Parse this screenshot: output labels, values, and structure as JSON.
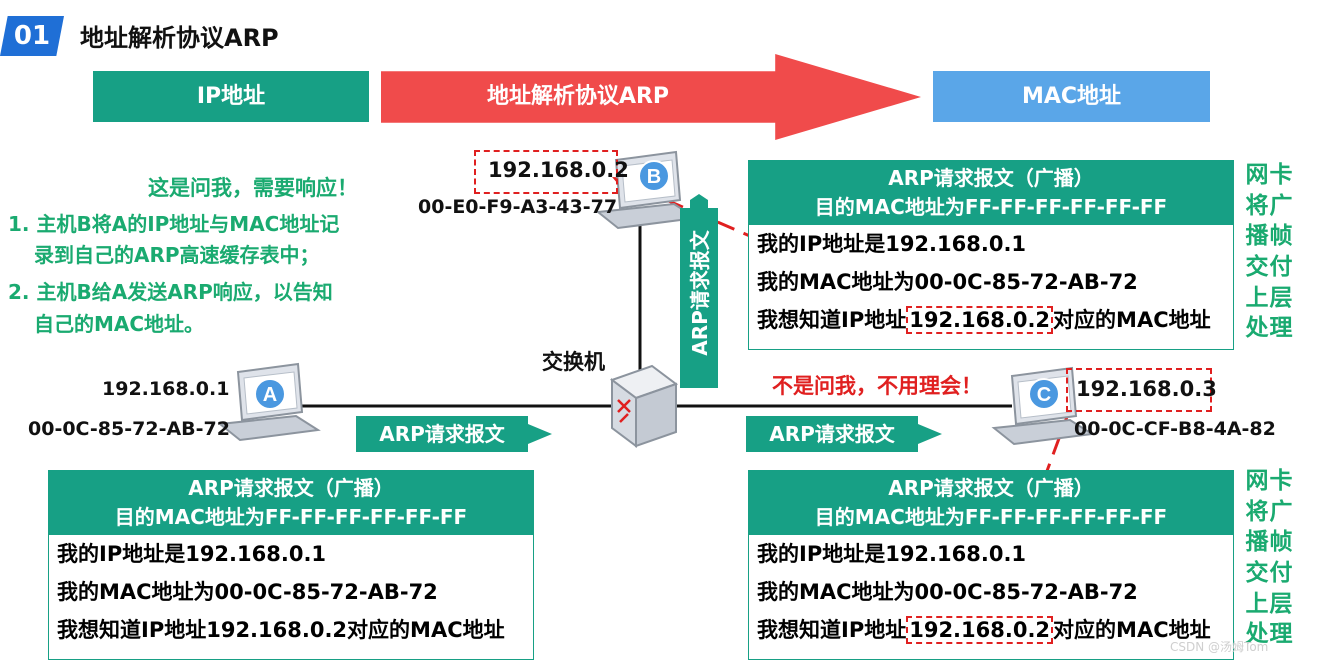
{
  "header": {
    "badge": "01",
    "title": "地址解析协议ARP"
  },
  "top_flow": {
    "left": "IP地址",
    "middle": "地址解析协议ARP",
    "right": "MAC地址"
  },
  "host_b": {
    "letter": "B",
    "ip": "192.168.0.2",
    "mac": "00-E0-F9-A3-43-77"
  },
  "host_a": {
    "letter": "A",
    "ip": "192.168.0.1",
    "mac": "00-0C-85-72-AB-72"
  },
  "host_c": {
    "letter": "C",
    "ip": "192.168.0.3",
    "mac": "00-0C-CF-B8-4A-82"
  },
  "switch_label": "交换机",
  "arp_request_label": "ARP请求报文",
  "host_b_notes": {
    "heading": "这是问我，需要响应！",
    "item1_line1": "1. 主机B将A的IP地址与MAC地址记",
    "item1_line2": "录到自己的ARP高速缓存表中；",
    "item2_line1": "2. 主机B给A发送ARP响应，以告知",
    "item2_line2": "自己的MAC地址。"
  },
  "host_c_note": "不是问我，不用理会！",
  "packet": {
    "head1": "ARP请求报文（广播）",
    "head2": "目的MAC地址为FF-FF-FF-FF-FF-FF",
    "row1": "我的IP地址是192.168.0.1",
    "row2": "我的MAC地址为00-0C-85-72-AB-72",
    "row3_prefix": "我想知道IP地址",
    "row3_ip": "192.168.0.2",
    "row3_suffix": "对应的MAC地址"
  },
  "side_note": [
    "网",
    "卡",
    "将",
    "广",
    "播",
    "帧",
    "交",
    "付",
    "上",
    "层",
    "处",
    "理"
  ],
  "watermark": "CSDN @汤姆Tom",
  "colors": {
    "teal": "#17a085",
    "red": "#f04b4b",
    "blue": "#5aa6e8",
    "green_text": "#1aaa70",
    "dashed_red": "#e02020"
  }
}
